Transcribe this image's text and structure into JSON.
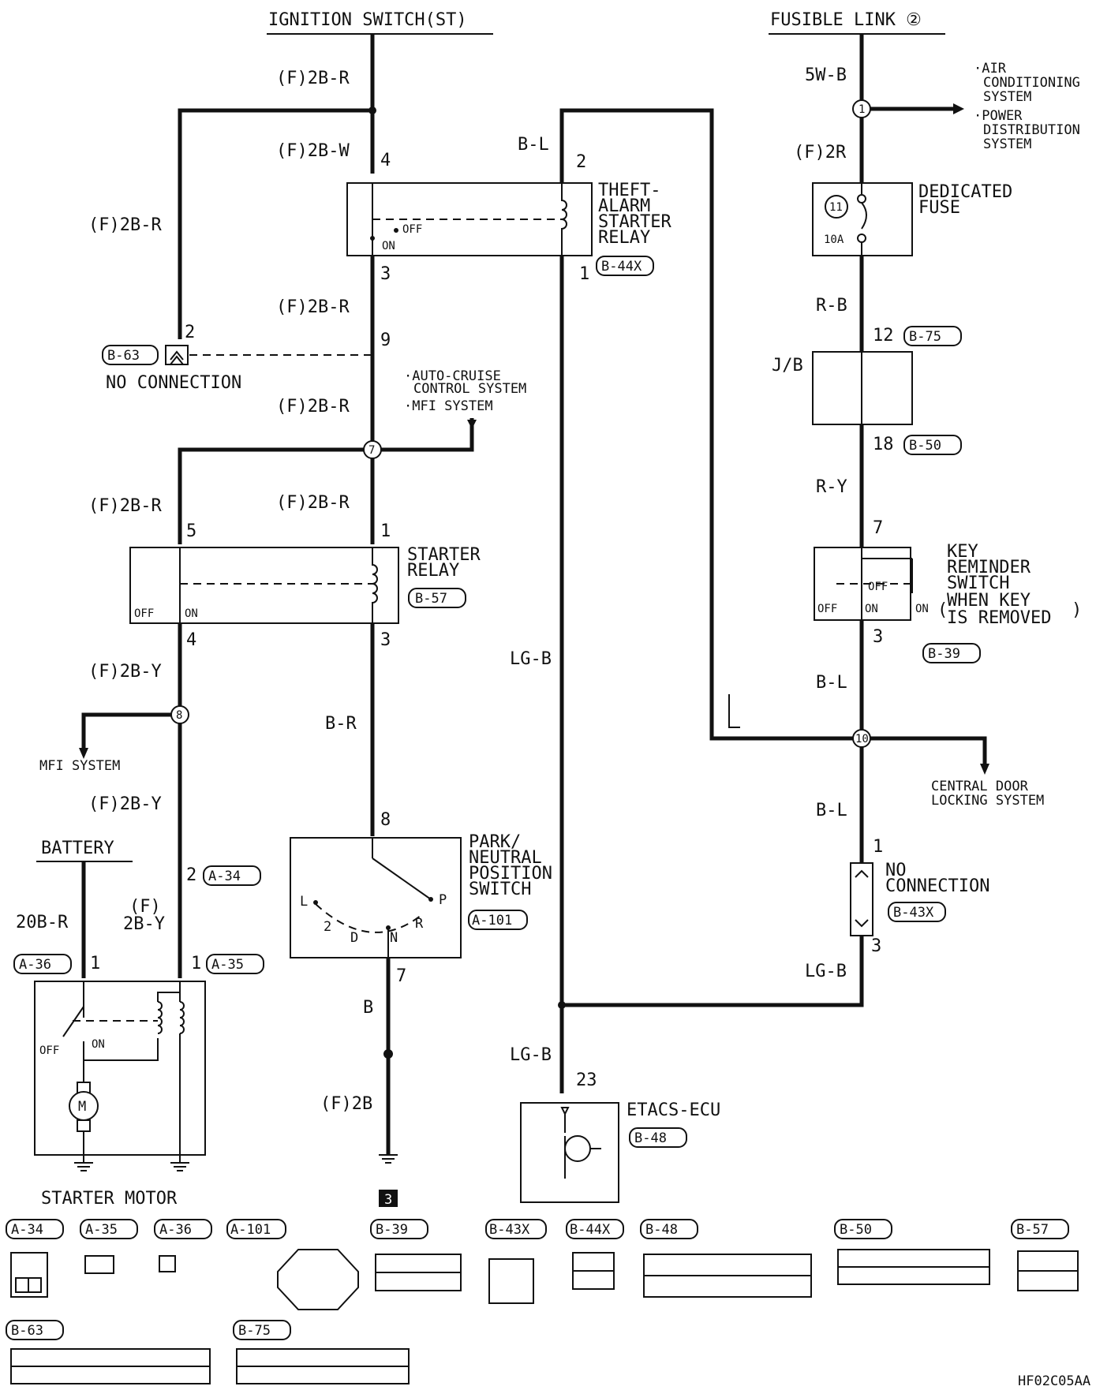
{
  "sources": {
    "ignition": "IGNITION SWITCH(ST)",
    "fusible": "FUSIBLE LINK ②",
    "battery": "BATTERY"
  },
  "wires": {
    "w1": "(F)2B-R",
    "w2": "(F)2B-W",
    "w3": "(F)2B-R",
    "w4": "(F)2B-R",
    "w5": "(F)2B-R",
    "w6": "(F)2B-R",
    "w7": "(F)2B-R",
    "w8": "(F)2B-Y",
    "w9": "(F)2B-Y",
    "w10a": "(F)",
    "w10b": "2B-Y",
    "w11": "20B-R",
    "w12": "B-R",
    "w13": "B",
    "w14": "(F)2B",
    "w15": "B-L",
    "w16": "LG-B",
    "w17": "LG-B",
    "w18": "5W-B",
    "w19": "(F)2R",
    "w20": "R-B",
    "w21": "R-Y",
    "w22": "B-L",
    "w23": "B-L",
    "w24": "LG-B"
  },
  "components": {
    "theft": {
      "l1": "THEFT-",
      "l2": "ALARM",
      "l3": "STARTER",
      "l4": "RELAY",
      "conn": "B-44X",
      "off": "OFF",
      "on": "ON"
    },
    "starter_relay": {
      "l1": "STARTER",
      "l2": "RELAY",
      "conn": "B-57",
      "off": "OFF",
      "on": "ON"
    },
    "pn_switch": {
      "l1": "PARK/",
      "l2": "NEUTRAL",
      "l3": "POSITION",
      "l4": "SWITCH",
      "conn": "A-101",
      "L": "L",
      "two": "2",
      "D": "D",
      "N": "N",
      "R": "R",
      "P": "P"
    },
    "starter_motor": {
      "label": "STARTER MOTOR",
      "off": "OFF",
      "on": "ON",
      "m": "M"
    },
    "fuse": {
      "l1": "DEDICATED",
      "l2": "FUSE",
      "num": "11",
      "amp": "10A"
    },
    "jb": {
      "label": "J/B"
    },
    "key_reminder": {
      "l1": "KEY",
      "l2": "REMINDER",
      "l3": "SWITCH",
      "l4": "WHEN KEY",
      "l5": "IS REMOVED",
      "conn": "B-39",
      "off1": "OFF",
      "on1": "ON",
      "off2": "OFF",
      "on2": "ON"
    },
    "etacs": {
      "label": "ETACS-ECU",
      "conn": "B-48"
    },
    "noconn1": {
      "label": "NO CONNECTION",
      "conn": "B-63"
    },
    "noconn2": {
      "l1": "NO",
      "l2": "CONNECTION",
      "conn": "B-43X"
    }
  },
  "pins": {
    "p4": "4",
    "p3": "3",
    "p2": "2",
    "p1": "1",
    "p9": "9",
    "p5": "5",
    "p1b": "1",
    "p4b": "4",
    "p3b": "3",
    "p8": "8",
    "p7": "7",
    "p2a": "2",
    "p1a": "1",
    "p1c": "1",
    "p23": "23",
    "p12": "12",
    "p18": "18",
    "p7b": "7",
    "p3c": "3",
    "p1d": "1",
    "p3d": "3",
    "p2n": "2"
  },
  "connectors_tags": {
    "a34": "A-34",
    "a35": "A-35",
    "a36": "A-36",
    "b75": "B-75",
    "b50": "B-50"
  },
  "notes": {
    "ac1": "·AIR",
    "ac2": "CONDITIONING",
    "ac3": "SYSTEM",
    "pd1": "·POWER",
    "pd2": "DISTRIBUTION",
    "pd3": "SYSTEM",
    "cr1": "·AUTO-CRUISE",
    "cr2": "CONTROL SYSTEM",
    "cr3": "·MFI SYSTEM",
    "mfi": "MFI SYSTEM",
    "cdl1": "CENTRAL DOOR",
    "cdl2": "LOCKING SYSTEM",
    "splice1": "1",
    "splice7": "7",
    "splice8": "8",
    "splice10": "10",
    "mark3": "3",
    "ellmark": "L"
  },
  "legend": {
    "a34": "A-34",
    "a35": "A-35",
    "a36": "A-36",
    "a101": "A-101",
    "b39": "B-39",
    "b43x": "B-43X",
    "b44x": "B-44X",
    "b48": "B-48",
    "b50": "B-50",
    "b57": "B-57",
    "b63": "B-63",
    "b75": "B-75"
  },
  "code": "HF02C05AA"
}
